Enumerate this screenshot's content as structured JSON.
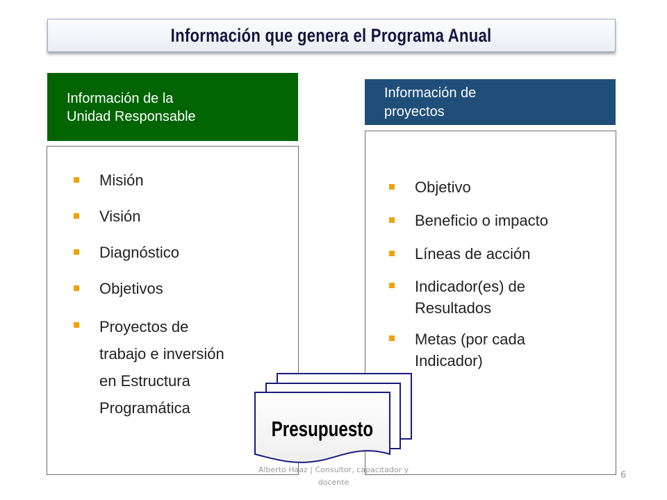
{
  "title": "Información que genera el Programa Anual",
  "left_header": [
    "Información de la",
    "Unidad Responsable"
  ],
  "right_header": [
    "Información de",
    "proyectos"
  ],
  "left_items": [
    {
      "lines": [
        "Misión"
      ]
    },
    {
      "lines": [
        "Visión"
      ]
    },
    {
      "lines": [
        "Diagnóstico"
      ]
    },
    {
      "lines": [
        "Objetivos"
      ]
    },
    {
      "lines": [
        "Proyectos de",
        "trabajo e inversión",
        "en Estructura",
        "Programática"
      ]
    }
  ],
  "right_items": [
    {
      "lines": [
        "Objetivo"
      ]
    },
    {
      "lines": [
        "Beneficio o impacto"
      ]
    },
    {
      "lines": [
        "Líneas de acción"
      ]
    },
    {
      "lines": [
        "Indicador(es) de",
        "Resultados"
      ]
    },
    {
      "lines": [
        "Metas (por cada",
        "Indicador)"
      ]
    }
  ],
  "document_label": "Presupuesto",
  "footer": [
    "Alberto Haaz | Consultor, capacitador y",
    "docente"
  ],
  "page_number": "6",
  "colors": {
    "left_header_bg": "#006400",
    "right_header_bg": "#1f4e79",
    "bullet": "#f0a30a",
    "document_border": "#1a1a7a"
  }
}
